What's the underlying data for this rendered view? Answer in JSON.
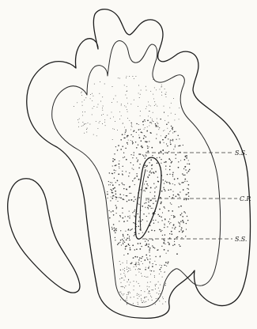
{
  "labels": {
    "upper_ss": "S.S.",
    "cp": "C.P.",
    "lower_ss": "S.S."
  },
  "colors": {
    "ink": "#1c1c1c",
    "paper": "#fbfaf6",
    "stipple": "#3a3a3a"
  }
}
